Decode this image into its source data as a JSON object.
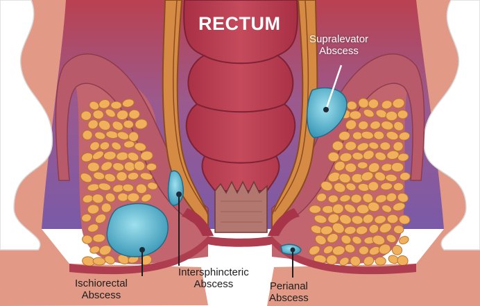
{
  "title": "RECTUM",
  "labels": {
    "supralevator": [
      "Supralevator",
      "Abscess"
    ],
    "ischiorectal": [
      "Ischiorectal",
      "Abscess"
    ],
    "intersphincteric": [
      "Intersphincteric",
      "Abscess"
    ],
    "perianal": [
      "Perianal",
      "Abscess"
    ]
  },
  "colors": {
    "rectum": "#b83b4e",
    "muscle_wall": "#d58b43",
    "levator": "#b85a6a",
    "fat": "#f1b15c",
    "abscess": "#4fb7cf",
    "background_tissue": "#e29a87",
    "bone": "#ffffff"
  }
}
